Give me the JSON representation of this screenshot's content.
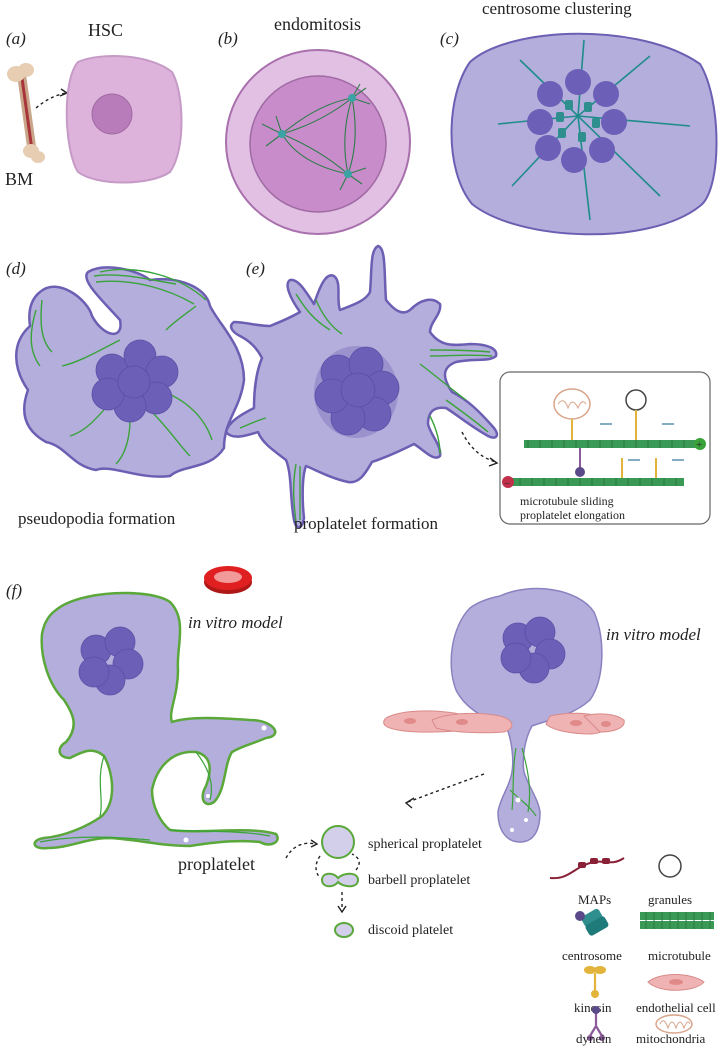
{
  "panels": {
    "a": {
      "letter": "(a)",
      "title": "HSC",
      "bm_label": "BM"
    },
    "b": {
      "letter": "(b)",
      "title": "endomitosis"
    },
    "c": {
      "letter": "(c)",
      "title": "centrosome clustering"
    },
    "d": {
      "letter": "(d)",
      "caption": "pseudopodia formation"
    },
    "e": {
      "letter": "(e)",
      "caption": "proplatelet formation",
      "inset_line1": "microtubule sliding",
      "inset_line2": "proplatelet elongation"
    },
    "f": {
      "letter": "(f)",
      "model_left": "in vitro model",
      "model_right": "in vitro model",
      "proplatelet": "proplatelet",
      "spherical": "spherical proplatelet",
      "barbell": "barbell proplatelet",
      "discoid": "discoid platelet"
    }
  },
  "legend": {
    "maps": "MAPs",
    "granules": "granules",
    "centrosome": "centrosome",
    "microtubule": "microtubule",
    "kinesin": "kinesin",
    "endothelial": "endothelial cell",
    "dynein": "dynein",
    "mitochondria": "mitochondria"
  },
  "colors": {
    "hsc_cell": "#ddb3dc",
    "hsc_nucleus": "#b77cb9",
    "mk_cytoplasm": "#b3aedb",
    "mk_outline": "#6c5fb3",
    "nucleus_lobes": "#6c5fb8",
    "microtubule_green": "#3aa33a",
    "centrosome_teal": "#2f8e8e",
    "endothelial_pink": "#f0b3b3",
    "petri_red": "#e02020"
  }
}
